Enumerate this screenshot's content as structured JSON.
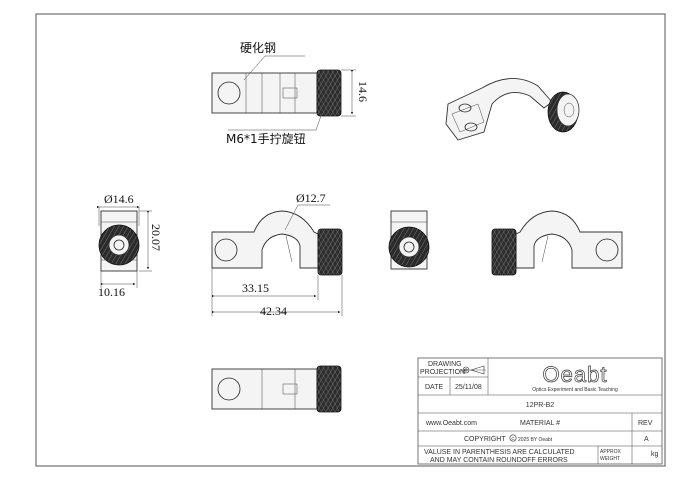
{
  "callouts": {
    "material_note": "硬化钢",
    "knob_note": "M6*1手拧旋钮"
  },
  "dimensions": {
    "d_top_height": "14.6",
    "d_knob_dia": "Ø14.6",
    "d_height": "20.07",
    "d_width": "10.16",
    "d_bore": "Ø12.7",
    "d_length_inner": "33.15",
    "d_length_total": "42.34"
  },
  "title_block": {
    "drawing_projection": "DRAWING\nPROJECTION",
    "drawing_label": "DRAWING",
    "projection_label": "PROJECTION",
    "date_label": "DATE",
    "date_value": "25/11/08",
    "logo_text": "Oeabt",
    "logo_subtitle": "Optics Experiment and Basic Teaching",
    "part_number": "12PR-B2",
    "website": "www.Oeabt.com",
    "material_label": "MATERIAL #",
    "rev_label": "REV",
    "rev_value": "A",
    "copyright": "COPYRIGHT",
    "copyright_year": "2025 BY Oeabt",
    "note_line1": "VALUSE IN PARENTHESIS ARE CALCULATED",
    "note_line2": "AND MAY CONTAIN ROUNDOFF ERRORS",
    "approx_label": "APPROX",
    "weight_label": "WEIGHT",
    "weight_unit": "kg"
  }
}
